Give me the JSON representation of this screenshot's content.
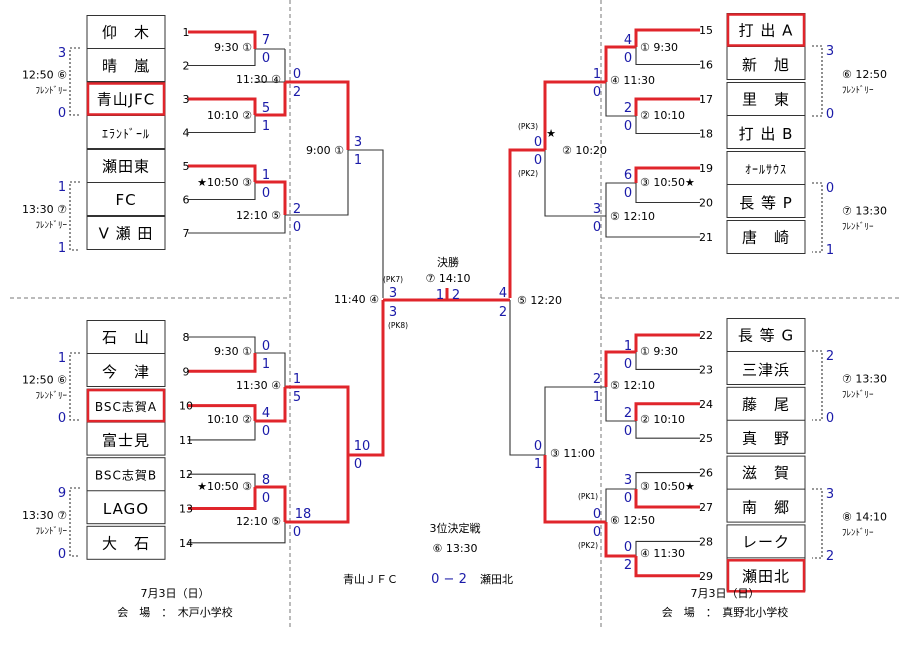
{
  "teams": {
    "1": "仰　木",
    "2": "晴　嵐",
    "3": "青山JFC",
    "4": "ｴﾗﾝﾄﾞｰﾙ",
    "5": "瀬田東",
    "6": "FC",
    "7": "V 瀬 田",
    "8": "石　山",
    "9": "今　津",
    "10": "BSC志賀A",
    "11": "富士見",
    "12": "BSC志賀B",
    "13": "LAGO",
    "14": "大　石",
    "15": "打 出 A",
    "16": "新　旭",
    "17": "里　東",
    "18": "打 出 B",
    "19": "ｵｰﾙｻｳｽ",
    "20": "長 等 P",
    "21": "唐　崎",
    "22": "長 等 G",
    "23": "三津浜",
    "24": "藤　尾",
    "25": "真　野",
    "26": "滋　賀",
    "27": "南　郷",
    "28": "レーク",
    "29": "瀬田北"
  },
  "matches": {
    "L1": {
      "time": "9:30 ①",
      "s1": "7",
      "s2": "0"
    },
    "L2": {
      "time": "10:10 ②",
      "s1": "5",
      "s2": "1"
    },
    "L3": {
      "time": "★10:50 ③",
      "s1": "1",
      "s2": "0"
    },
    "L4": {
      "time": "11:30 ④",
      "s1": "0",
      "s2": "2"
    },
    "L5": {
      "time": "12:10 ⑤",
      "s1": "2",
      "s2": "0"
    },
    "L6": {
      "time": "9:00 ①",
      "s1": "3",
      "s2": "1"
    },
    "L7": {
      "time": "9:30 ①",
      "s1": "0",
      "s2": "1"
    },
    "L8": {
      "time": "10:10 ②",
      "s1": "4",
      "s2": "0"
    },
    "L9": {
      "time": "★10:50 ③",
      "s1": "8",
      "s2": "0"
    },
    "L10": {
      "time": "11:30 ④",
      "s1": "1",
      "s2": "5"
    },
    "L11": {
      "time": "12:10 ⑤",
      "s1": "18",
      "s2": "0"
    },
    "L12": {
      "s1": "10",
      "s2": "0"
    },
    "SF1": {
      "time": "11:40 ④",
      "s1": "3",
      "s2": "3",
      "pk1": "(PK7)",
      "pk2": "(PK8)"
    },
    "F": {
      "label": "決勝",
      "time": "⑦ 14:10",
      "s1": "1",
      "s2": "2"
    },
    "R1": {
      "time": "① 9:30",
      "s1": "4",
      "s2": "0"
    },
    "R2": {
      "time": "② 10:10",
      "s1": "2",
      "s2": "0"
    },
    "R3": {
      "time": "③ 10:50★",
      "s1": "6",
      "s2": "0"
    },
    "R4": {
      "time": "④ 11:30",
      "s1": "1",
      "s2": "0"
    },
    "R5": {
      "time": "⑤ 12:10",
      "s1": "3",
      "s2": "0"
    },
    "R6": {
      "time": "② 10:20",
      "s1": "0",
      "s2": "0",
      "pk1": "(PK3)",
      "pk2": "(PK2)",
      "star": "★"
    },
    "R7": {
      "time": "① 9:30",
      "s1": "1",
      "s2": "0"
    },
    "R8": {
      "time": "② 10:10",
      "s1": "2",
      "s2": "0"
    },
    "R9": {
      "time": "③ 10:50★",
      "s1": "3",
      "s2": "0"
    },
    "R10": {
      "time": "④ 11:30",
      "s1": "0",
      "s2": "2"
    },
    "R11": {
      "time": "⑤ 12:10",
      "s1": "2",
      "s2": "1"
    },
    "R12": {
      "time": "⑥ 12:50",
      "s1": "0",
      "s2": "0",
      "pk1": "(PK1)",
      "pk2": "(PK2)"
    },
    "R13": {
      "time": "③ 11:00",
      "s1": "0",
      "s2": "1"
    },
    "SF2": {
      "time": "⑤ 12:20",
      "s1": "4",
      "s2": "2"
    }
  },
  "friendlies": {
    "LF1": {
      "time": "12:50 ⑥",
      "label": "ﾌﾚﾝﾄﾞﾘｰ",
      "s1": "3",
      "s2": "0"
    },
    "LF2": {
      "time": "13:30 ⑦",
      "label": "ﾌﾚﾝﾄﾞﾘｰ",
      "s1": "1",
      "s2": "1"
    },
    "LF3": {
      "time": "12:50 ⑥",
      "label": "ﾌﾚﾝﾄﾞﾘｰ",
      "s1": "1",
      "s2": "0"
    },
    "LF4": {
      "time": "13:30 ⑦",
      "label": "ﾌﾚﾝﾄﾞﾘｰ",
      "s1": "9",
      "s2": "0"
    },
    "RF1": {
      "time": "⑥ 12:50",
      "label": "ﾌﾚﾝﾄﾞﾘｰ",
      "s1": "3",
      "s2": "0"
    },
    "RF2": {
      "time": "⑦ 13:30",
      "label": "ﾌﾚﾝﾄﾞﾘｰ",
      "s1": "0",
      "s2": "1"
    },
    "RF3": {
      "time": "⑦ 13:30",
      "label": "ﾌﾚﾝﾄﾞﾘｰ",
      "s1": "2",
      "s2": "0"
    },
    "RF4": {
      "time": "⑧ 14:10",
      "label": "ﾌﾚﾝﾄﾞﾘｰ",
      "s1": "3",
      "s2": "2"
    }
  },
  "third_place": {
    "label": "3位決定戦",
    "time": "⑥ 13:30",
    "team1": "青山ＪＦＣ",
    "score": "0 − 2",
    "team2": "瀬田北"
  },
  "footer": {
    "left_date": "7月3日（日）",
    "left_venue": "会　場　：　木戸小学校",
    "right_date": "7月3日（日）",
    "right_venue": "会　場　：　真野北小学校"
  },
  "colors": {
    "win_line": "#e0252b",
    "score": "#1a1aa8",
    "line": "#333333",
    "highlight_box": "#e0252b"
  }
}
